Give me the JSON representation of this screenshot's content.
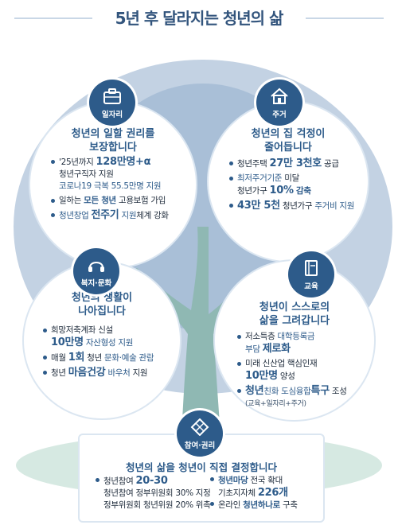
{
  "title": "5년 후 달라지는 청년의 삶",
  "colors": {
    "primary": "#2d5b8a",
    "tree_canopy": "#c3d2e3",
    "trunk": "#8fb8b3",
    "ground": "#d6e9e2"
  },
  "work": {
    "badge": "일자리",
    "icon": "briefcase-icon",
    "heading1": "청년의 일할 권리를",
    "heading2": "보장합니다",
    "b1_pre": "'25년까지 ",
    "b1_big": "128만명",
    "b1_post": "+α",
    "b1_line2": "청년구직자 지원",
    "b1_line3": "코로나19 극복 55.5만명 지원",
    "b2_pre": "일하는 ",
    "b2_em": "모든 청년",
    "b2_post": " 고용보험 가입",
    "b3_pre": "청년창업 ",
    "b3_big": "전주기",
    "b3_mid": " 지원",
    "b3_post": "체계 강화"
  },
  "housing": {
    "badge": "주거",
    "icon": "house-icon",
    "heading1": "청년의 집 걱정이",
    "heading2": "줄어듭니다",
    "b1_pre": "청년주택 ",
    "b1_big": "27만 3천호",
    "b1_post": " 공급",
    "b2_sub": "최저주거기준",
    "b2_post": " 미달",
    "b2_line2_pre": "청년가구 ",
    "b2_line2_big": "10%",
    "b2_line2_post": " 감축",
    "b3_big": "43만 5천",
    "b3_mid": " 청년가구 ",
    "b3_post": "주거비 지원"
  },
  "welfare": {
    "badge": "복지·문화",
    "icon": "headphones-icon",
    "heading1": "청년의 생활이",
    "heading2": "나아집니다",
    "b1_line1": "희망저축계좌 신설",
    "b1_big": "10만명",
    "b1_post": " 자산형성 지원",
    "b2_pre": "매월 ",
    "b2_big": "1회",
    "b2_mid": " 청년 ",
    "b2_post": "문화·예술 관람",
    "b3_pre": "청년 ",
    "b3_big": "마음건강",
    "b3_mid": " 바우처",
    "b3_post": " 지원"
  },
  "education": {
    "badge": "교육",
    "icon": "book-icon",
    "heading1": "청년이 스스로의",
    "heading2": "삶을 그려갑니다",
    "b1_pre": "저소득층 ",
    "b1_sub": "대학등록금",
    "b1_line2_pre": "부담 ",
    "b1_line2_big": "제로화",
    "b2_line1": "미래 신산업 핵심인재",
    "b2_big": "10만명",
    "b2_post": " 양성",
    "b3_pre": "청년",
    "b3_mid": "친화 도심융합",
    "b3_big": "특구",
    "b3_post": " 조성",
    "b3_note": "(교육+일자리+주거)"
  },
  "participation": {
    "badge": "참여·권리",
    "icon": "diamond-grid-icon",
    "heading": "청년의 삶을 청년이 직접 결정합니다",
    "left_b1_pre": "청년참여 ",
    "left_b1_big": "20-30",
    "left_line2": "청년참여 정부위원회 30% 지정",
    "left_line3": "정부위원회 청년위원 20% 위촉",
    "right_b1_em": "청년마당",
    "right_b1_post": " 전국 확대",
    "right_b1_line2_pre": "기초지자체 ",
    "right_b1_line2_big": "226개",
    "right_b2_pre": "온라인 ",
    "right_b2_em": "청년하나로",
    "right_b2_post": " 구축"
  }
}
